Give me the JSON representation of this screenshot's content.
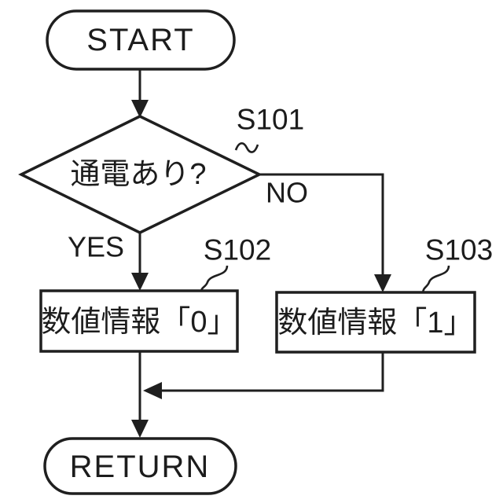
{
  "page": {
    "background": "#ffffff",
    "ink_color": "#1f1f1f"
  },
  "flowchart": {
    "nodes": {
      "start": {
        "type": "terminator",
        "label": "START"
      },
      "decision": {
        "type": "decision",
        "label": "通電あり?",
        "step_ref": "S101"
      },
      "process_zero": {
        "type": "process",
        "label": "数値情報「0」",
        "step_ref": "S102"
      },
      "process_one": {
        "type": "process",
        "label": "数値情報「1」",
        "step_ref": "S103"
      },
      "return": {
        "type": "terminator",
        "label": "RETURN"
      }
    },
    "branches": {
      "yes": "YES",
      "no": "NO"
    }
  }
}
